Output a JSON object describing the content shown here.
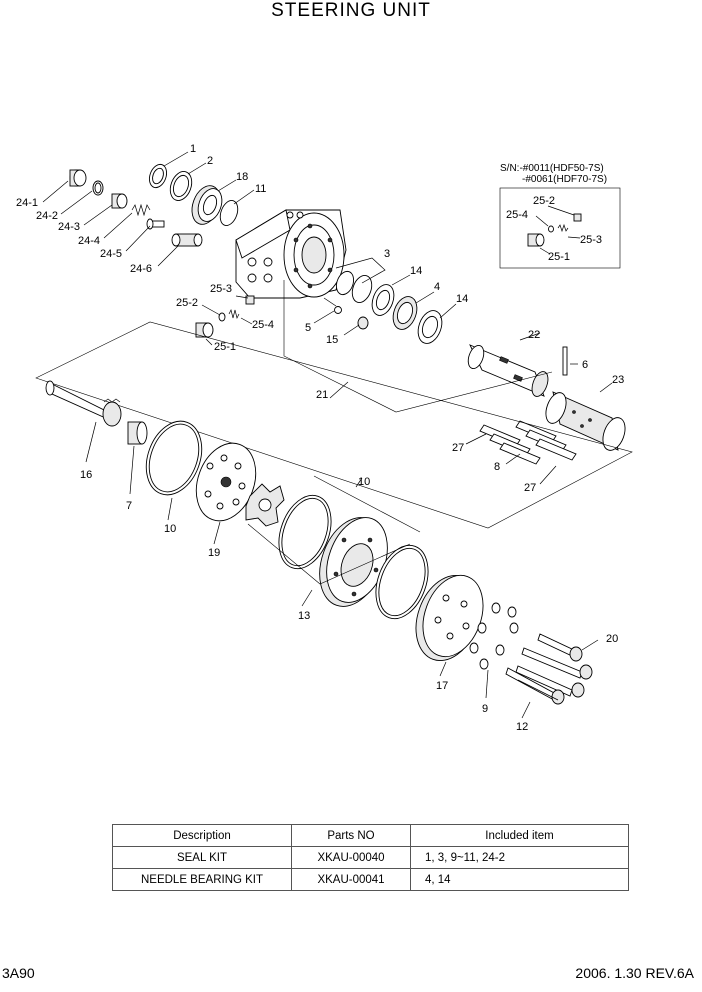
{
  "title": "STEERING UNIT",
  "serial_note": {
    "line1": "S/N:-#0011(HDF50-7S)",
    "line2": "-#0061(HDF70-7S)"
  },
  "callouts": {
    "c1": "1",
    "c2": "2",
    "c18": "18",
    "c11": "11",
    "c24_1": "24-1",
    "c24_2": "24-2",
    "c24_3": "24-3",
    "c24_4": "24-4",
    "c24_5": "24-5",
    "c24_6": "24-6",
    "c3": "3",
    "c14a": "14",
    "c4": "4",
    "c14b": "14",
    "c25_3": "25-3",
    "c25_2": "25-2",
    "c25_4": "25-4",
    "c25_1": "25-1",
    "c5": "5",
    "c15": "15",
    "c22": "22",
    "c6": "6",
    "c23": "23",
    "c21": "21",
    "c27a": "27",
    "c8": "8",
    "c27b": "27",
    "c16": "16",
    "c7": "7",
    "c10a": "10",
    "c19": "19",
    "c10b": "10",
    "c13": "13",
    "c20": "20",
    "c17": "17",
    "c9": "9",
    "c12": "12",
    "s25_2": "25-2",
    "s25_4": "25-4",
    "s25_3": "25-3",
    "s25_1": "25-1"
  },
  "kit_table": {
    "headers": [
      "Description",
      "Parts NO",
      "Included item"
    ],
    "rows": [
      {
        "description": "SEAL KIT",
        "parts_no": "XKAU-00040",
        "included": "1, 3, 9~11, 24-2"
      },
      {
        "description": "NEEDLE BEARING KIT",
        "parts_no": "XKAU-00041",
        "included": "4, 14"
      }
    ]
  },
  "footer": {
    "page_code": "3A90",
    "date_rev": "2006. 1.30  REV.6A"
  }
}
